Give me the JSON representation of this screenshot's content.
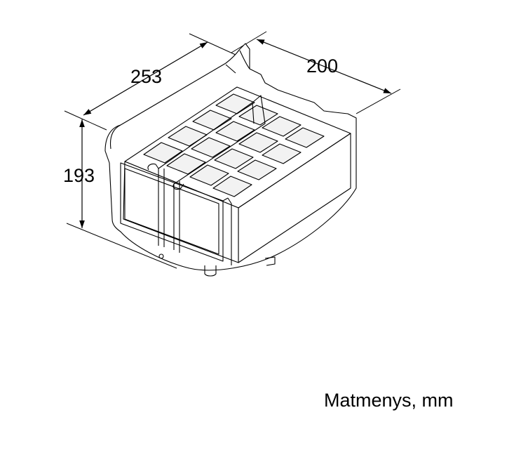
{
  "dimensions": {
    "width": "253",
    "depth": "200",
    "height": "193"
  },
  "caption": "Matmenys, mm",
  "colors": {
    "line": "#000000",
    "filter_face": "#f2f2f2",
    "background": "#ffffff"
  }
}
